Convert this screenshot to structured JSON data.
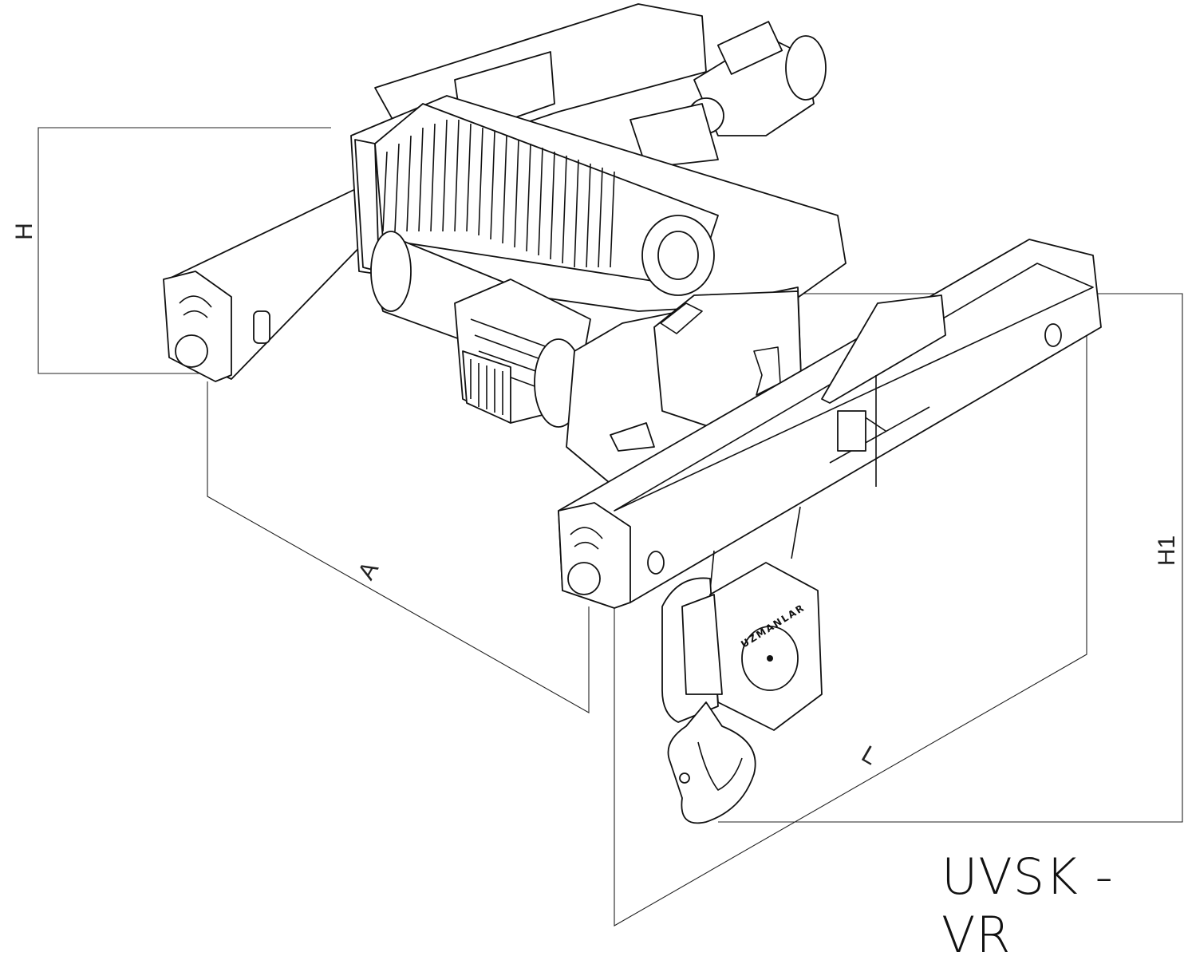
{
  "diagram": {
    "model_label": "UVSK - VR",
    "dimensions": {
      "height": "H",
      "hook_height": "H1",
      "width": "A",
      "length": "L"
    },
    "brand_text": "UZMANLAR"
  }
}
